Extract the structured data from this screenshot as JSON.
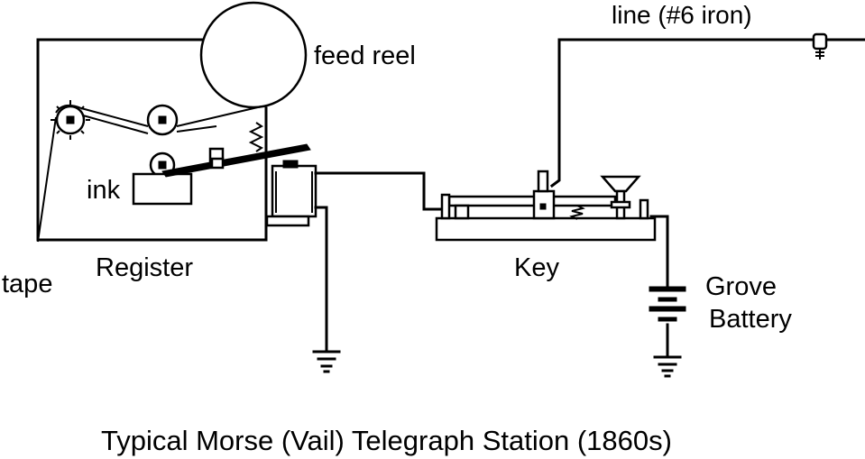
{
  "diagram": {
    "caption": "Typical Morse (Vail) Telegraph Station (1860s)",
    "labels": {
      "line": "line (#6 iron)",
      "feed_reel": "feed reel",
      "ink": "ink",
      "tape": "tape",
      "register": "Register",
      "key": "Key",
      "grove": "Grove",
      "battery": "Battery"
    },
    "colors": {
      "ink": "#000000",
      "background": "#ffffff"
    }
  }
}
